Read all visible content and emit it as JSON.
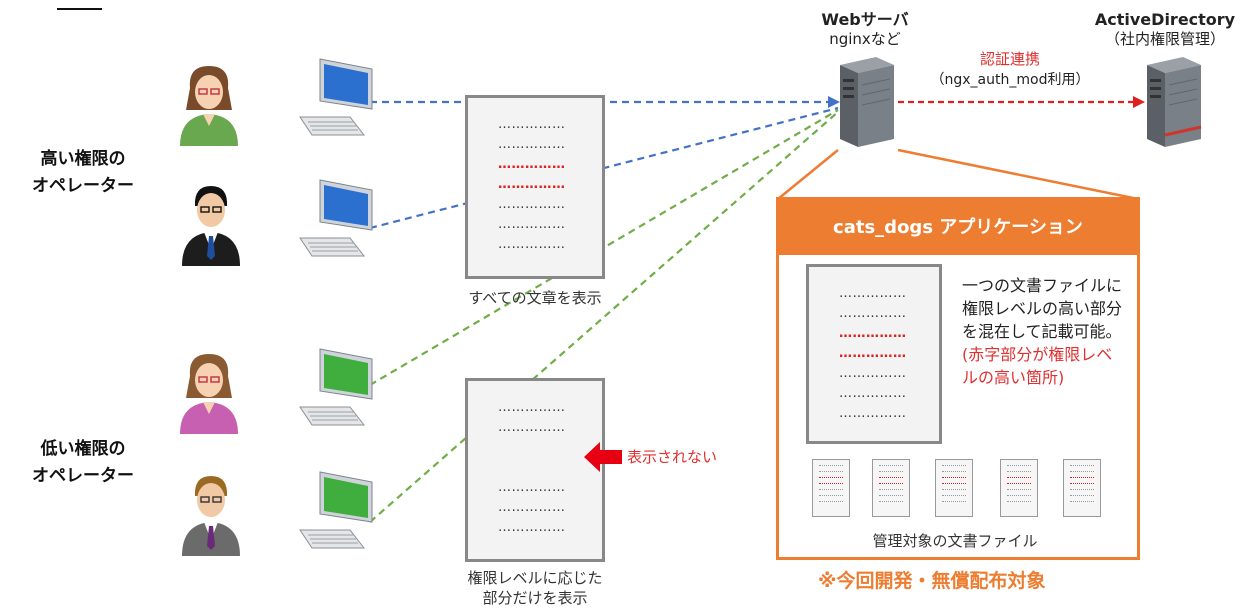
{
  "groups": {
    "high_line1": "高い権限の",
    "high_line2": "オペレーター",
    "low_line1": "低い権限の",
    "low_line2": "オペレーター"
  },
  "documents": {
    "full_caption": "すべての文章を表示",
    "partial_caption_line1": "権限レベルに応じた",
    "partial_caption_line2": "部分だけを表示",
    "not_shown": "表示されない"
  },
  "servers": {
    "web_title": "Webサーバ",
    "web_sub": "nginxなど",
    "ad_title": "ActiveDirectory",
    "ad_sub": "（社内権限管理）",
    "auth_label": "認証連携",
    "auth_sub": "（ngx_auth_mod利用）"
  },
  "app": {
    "title": "cats_dogs アプリケーション",
    "desc_black": "一つの文書ファイルに権限レベルの高い部分を混在して記載可能。",
    "desc_red": "(赤字部分が権限レベルの高い箇所)",
    "files_caption": "管理対象の文書ファイル"
  },
  "footer": "※今回開発・無償配布対象",
  "colors": {
    "blue_line": "#4472c4",
    "green_line": "#70ad47",
    "red_line": "#e02020",
    "orange": "#ed7d31"
  },
  "icons": [
    "person-woman-green",
    "person-man-suit",
    "person-woman-pink",
    "person-man-brown",
    "computer-blue",
    "computer-green",
    "server",
    "red-arrow"
  ]
}
